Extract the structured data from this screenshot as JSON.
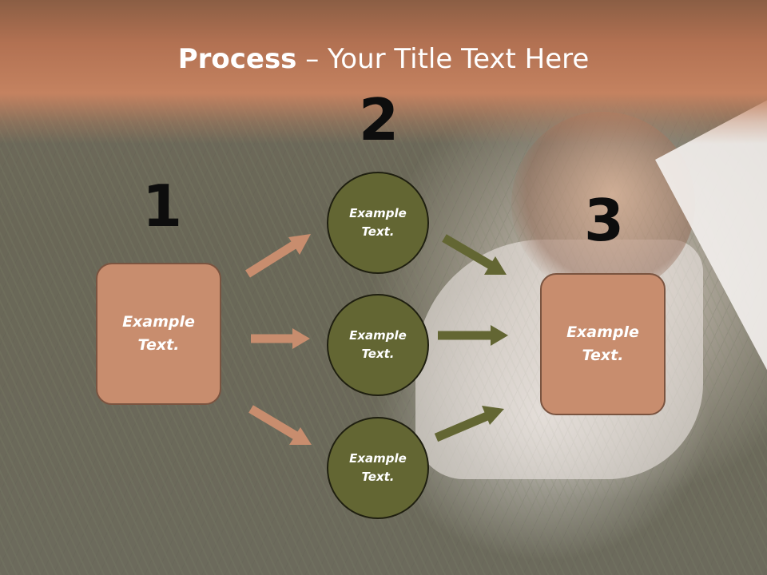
{
  "title": {
    "bold": "Process",
    "rest": " – Your Title Text Here"
  },
  "steps": [
    {
      "number": "1",
      "text": "Example Text."
    },
    {
      "number": "2",
      "items": [
        {
          "text": "Example Text."
        },
        {
          "text": "Example Text."
        },
        {
          "text": "Example Text."
        }
      ]
    },
    {
      "number": "3",
      "text": "Example Text."
    }
  ],
  "colors": {
    "box_fill": "#c88d6e",
    "circle_fill": "#636633",
    "arrow_left": "#c88d6e",
    "arrow_right": "#636633",
    "title_band": "#c48260"
  }
}
